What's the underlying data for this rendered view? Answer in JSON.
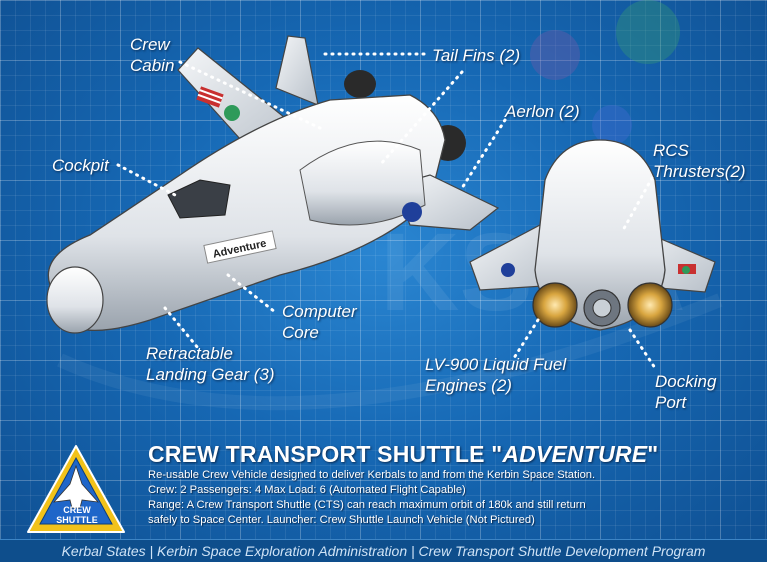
{
  "labels": {
    "crew_cabin": "Crew\nCabin",
    "tail_fins": "Tail Fins (2)",
    "aerlon": "Aerlon (2)",
    "cockpit": "Cockpit",
    "rcs": "RCS\nThrusters(2)",
    "computer_core": "Computer\nCore",
    "landing_gear": "Retractable\nLanding Gear (3)",
    "lv900": "LV-900 Liquid Fuel\nEngines (2)",
    "docking_port": "Docking\nPort"
  },
  "ship_name_decal": "Adventure",
  "watermark": "KSEA",
  "title": {
    "prefix": "CREW TRANSPORT SHUTTLE \"",
    "name": "ADVENTURE",
    "suffix": "\""
  },
  "description": {
    "line1": "Re-usable Crew Vehicle designed to deliver Kerbals to and from the Kerbin Space Station.",
    "line2": "Crew: 2   Passengers:  4    Max Load:  6   (Automated Flight Capable)",
    "line3": "Range:  A Crew Transport Shuttle (CTS) can reach maximum orbit of 180k and still return",
    "line4": "safely to Space Center.      Launcher:  Crew Shuttle Launch Vehicle (Not Pictured)"
  },
  "badge": {
    "line1": "CREW",
    "line2": "SHUTTLE"
  },
  "footer": "Kerbal States | Kerbin Space Exploration Administration | Crew Transport Shuttle Development Program",
  "colors": {
    "background": "#1668b4",
    "badge_outer": "#f2c21a",
    "badge_inner": "#1f66c9"
  }
}
